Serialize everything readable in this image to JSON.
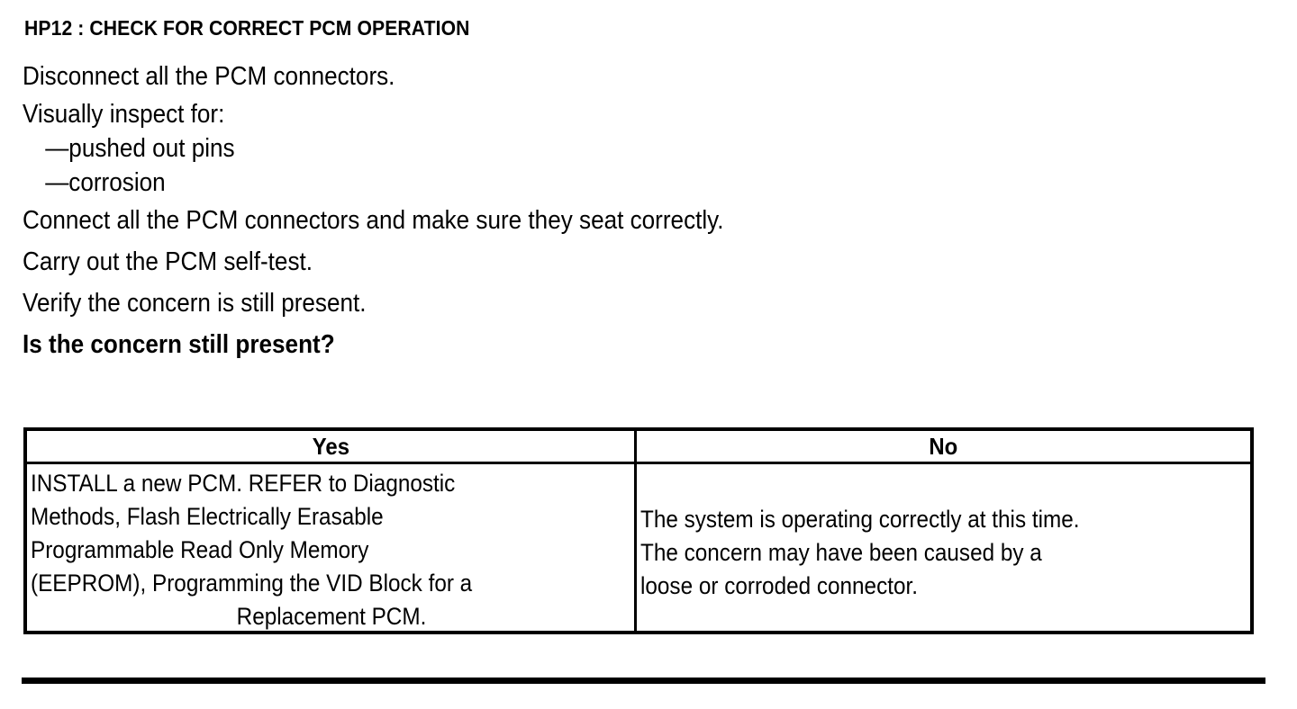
{
  "document": {
    "title": "HP12 : CHECK FOR CORRECT PCM OPERATION",
    "steps": [
      {
        "text": "Disconnect all the PCM connectors.",
        "style": "normal",
        "indent": false
      },
      {
        "text": "Visually inspect for:",
        "style": "normal",
        "indent": false
      },
      {
        "text": "—pushed out pins",
        "style": "normal",
        "indent": true
      },
      {
        "text": "—corrosion",
        "style": "normal",
        "indent": true
      },
      {
        "text": "Connect all the PCM connectors and make sure they seat correctly.",
        "style": "normal",
        "indent": false
      },
      {
        "text": "Carry out the PCM self-test.",
        "style": "normal",
        "indent": false
      },
      {
        "text": "Verify the concern is still present.",
        "style": "normal",
        "indent": false
      },
      {
        "text": "Is the concern still present?",
        "style": "bold",
        "indent": false
      }
    ]
  },
  "decision_table": {
    "headers": {
      "yes": "Yes",
      "no": "No"
    },
    "yes_cell": {
      "full_text": "INSTALL a new PCM. REFER to Diagnostic Methods, Flash Electrically Erasable Programmable Read Only Memory (EEPROM), Programming the VID Block for a Replacement PCM.",
      "lines": [
        "INSTALL a new PCM. REFER to Diagnostic",
        "Methods, Flash Electrically Erasable",
        "Programmable Read Only Memory",
        "(EEPROM), Programming the VID Block for a",
        "Replacement PCM."
      ]
    },
    "no_cell": {
      "full_text": "The system is operating correctly at this time. The concern may have been caused by a loose or corroded connector.",
      "lines": [
        "The system is operating correctly at this time.",
        "The concern may have been caused by a",
        "loose or corroded connector."
      ]
    }
  },
  "colors": {
    "text": "#000000",
    "background": "#ffffff",
    "rule": "#000000"
  }
}
